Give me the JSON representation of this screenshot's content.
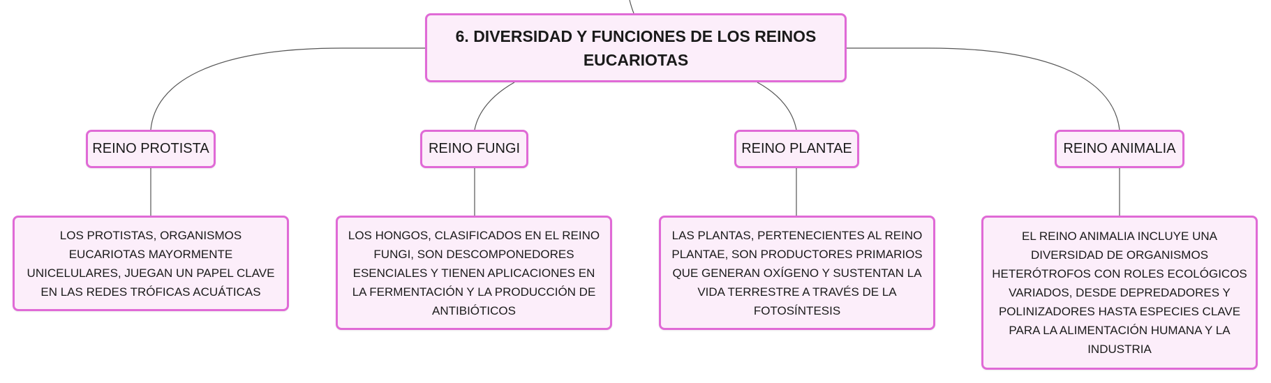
{
  "diagram": {
    "root": {
      "title": "6. DIVERSIDAD Y FUNCIONES DE LOS REINOS EUCARIOTAS"
    },
    "kingdoms": [
      {
        "label": "REINO PROTISTA",
        "description": "LOS PROTISTAS, ORGANISMOS EUCARIOTAS MAYORMENTE UNICELULARES, JUEGAN UN PAPEL CLAVE EN LAS REDES TRÓFICAS ACUÁTICAS"
      },
      {
        "label": "REINO FUNGI",
        "description": "LOS HONGOS, CLASIFICADOS EN EL REINO FUNGI, SON DESCOMPONEDORES ESENCIALES Y TIENEN APLICACIONES EN LA FERMENTACIÓN Y LA PRODUCCIÓN DE ANTIBIÓTICOS"
      },
      {
        "label": "REINO PLANTAE",
        "description": "LAS PLANTAS, PERTENECIENTES AL REINO PLANTAE, SON PRODUCTORES PRIMARIOS QUE GENERAN OXÍGENO Y SUSTENTAN LA VIDA TERRESTRE A TRAVÉS DE LA FOTOSÍNTESIS"
      },
      {
        "label": "REINO ANIMALIA",
        "description": "EL REINO ANIMALIA INCLUYE UNA DIVERSIDAD DE ORGANISMOS HETERÓTROFOS CON ROLES ECOLÓGICOS VARIADOS, DESDE DEPREDADORES Y POLINIZADORES HASTA ESPECIES CLAVE PARA LA ALIMENTACIÓN HUMANA Y LA INDUSTRIA"
      }
    ]
  },
  "colors": {
    "node_fill": "#fceefa",
    "node_border": "#e06ad6",
    "connector": "#555555"
  }
}
